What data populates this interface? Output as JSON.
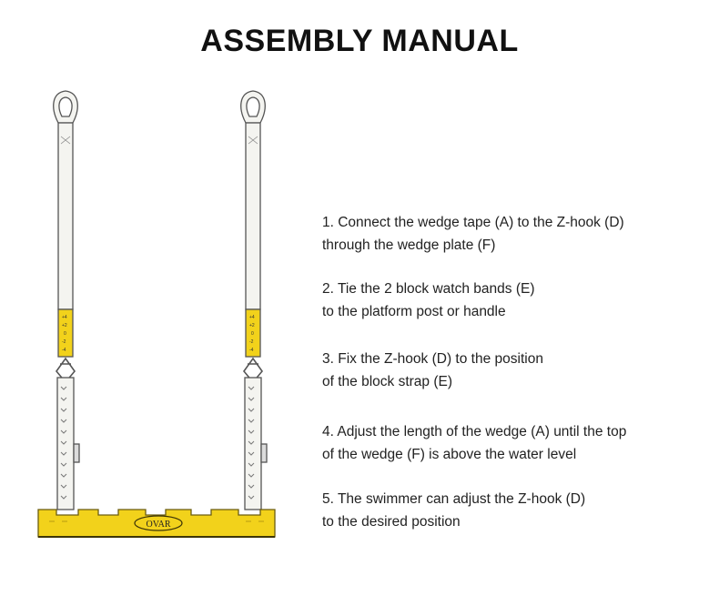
{
  "title": "ASSEMBLY MANUAL",
  "steps": [
    {
      "line1": "1. Connect the wedge tape (A) to the Z-hook (D)",
      "line2": "through the wedge plate (F)"
    },
    {
      "line1": "2. Tie the 2 block watch bands (E)",
      "line2": "to the platform post or handle"
    },
    {
      "line1": "3. Fix the Z-hook (D) to the position",
      "line2": "of the block strap (E)"
    },
    {
      "line1": "4. Adjust the length of the wedge (A) until the top",
      "line2": "of the wedge (F) is above the water level"
    },
    {
      "line1": "5. The swimmer can adjust the Z-hook (D)",
      "line2": "to the desired position"
    }
  ],
  "platform_logo": "OVAR",
  "strap_marks": [
    "+4",
    "+2",
    "0",
    "-2",
    "-4"
  ],
  "colors": {
    "yellow": "#f2d21b",
    "strap": "#f4f4f0",
    "outline": "#555555"
  }
}
